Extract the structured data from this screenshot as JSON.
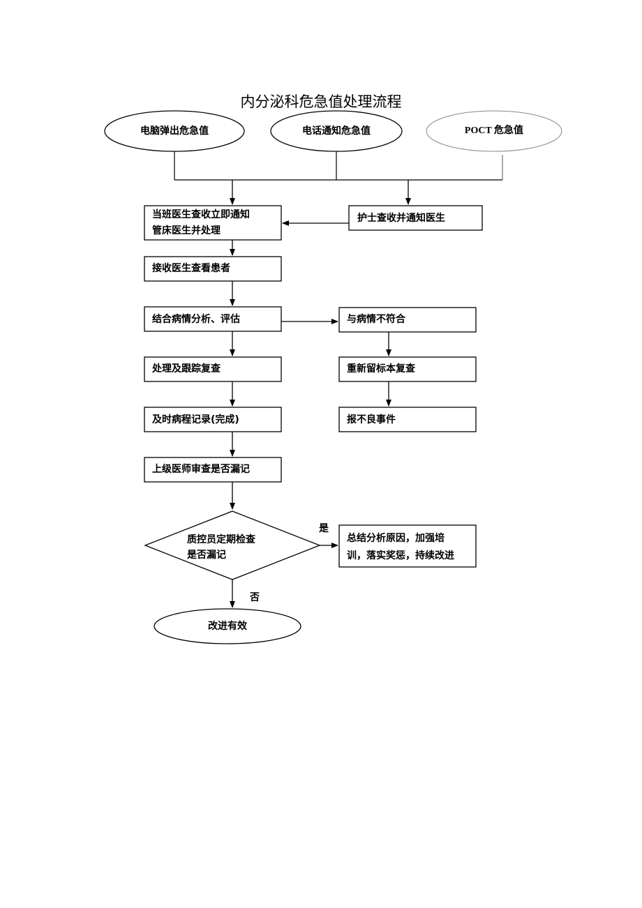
{
  "title": "内分泌科危急值处理流程",
  "sources": {
    "computer": "电脑弹出危急值",
    "phone": "电话通知危急值",
    "poct": "POCT 危急值"
  },
  "nodes": {
    "doctor_notify_line1": "当班医生查收立即通知",
    "doctor_notify_line2": "管床医生并处理",
    "nurse_notify": "护士查收并通知医生",
    "receiving_doctor": "接收医生查看患者",
    "analysis": "结合病情分析、评估",
    "mismatch": "与病情不符合",
    "followup": "处理及跟踪复查",
    "resample": "重新留标本复查",
    "record": "及时病程记录(完成)",
    "adverse_event": "报不良事件",
    "senior_review": "上级医师审查是否漏记",
    "qc_check_line1": "质控员定期检查",
    "qc_check_line2": "是否漏记",
    "summary_line1": "总结分析原因，加强培",
    "summary_line2": "训，落实奖惩，持续改进",
    "effective": "改进有效"
  },
  "edges": {
    "yes": "是",
    "no": "否"
  }
}
